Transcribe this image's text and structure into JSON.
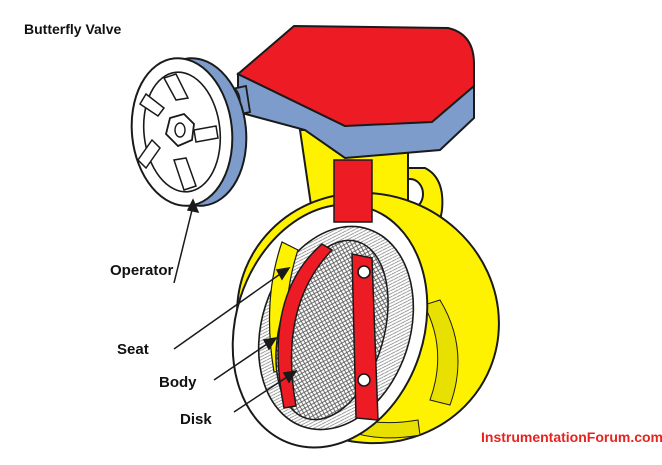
{
  "title": "Butterfly Valve",
  "labels": {
    "operator": "Operator",
    "seat": "Seat",
    "body": "Body",
    "disk": "Disk"
  },
  "watermark": "InstrumentationForum.com",
  "icons": [
    "handwheel-icon",
    "valve-body-icon",
    "valve-disk-icon",
    "actuator-housing-icon"
  ],
  "colors": {
    "body_yellow": "#fff200",
    "actuator_red": "#ed1c24",
    "actuator_blue": "#7e9ccb",
    "outline": "#1a1a1a",
    "watermark_red": "#e8231e"
  }
}
